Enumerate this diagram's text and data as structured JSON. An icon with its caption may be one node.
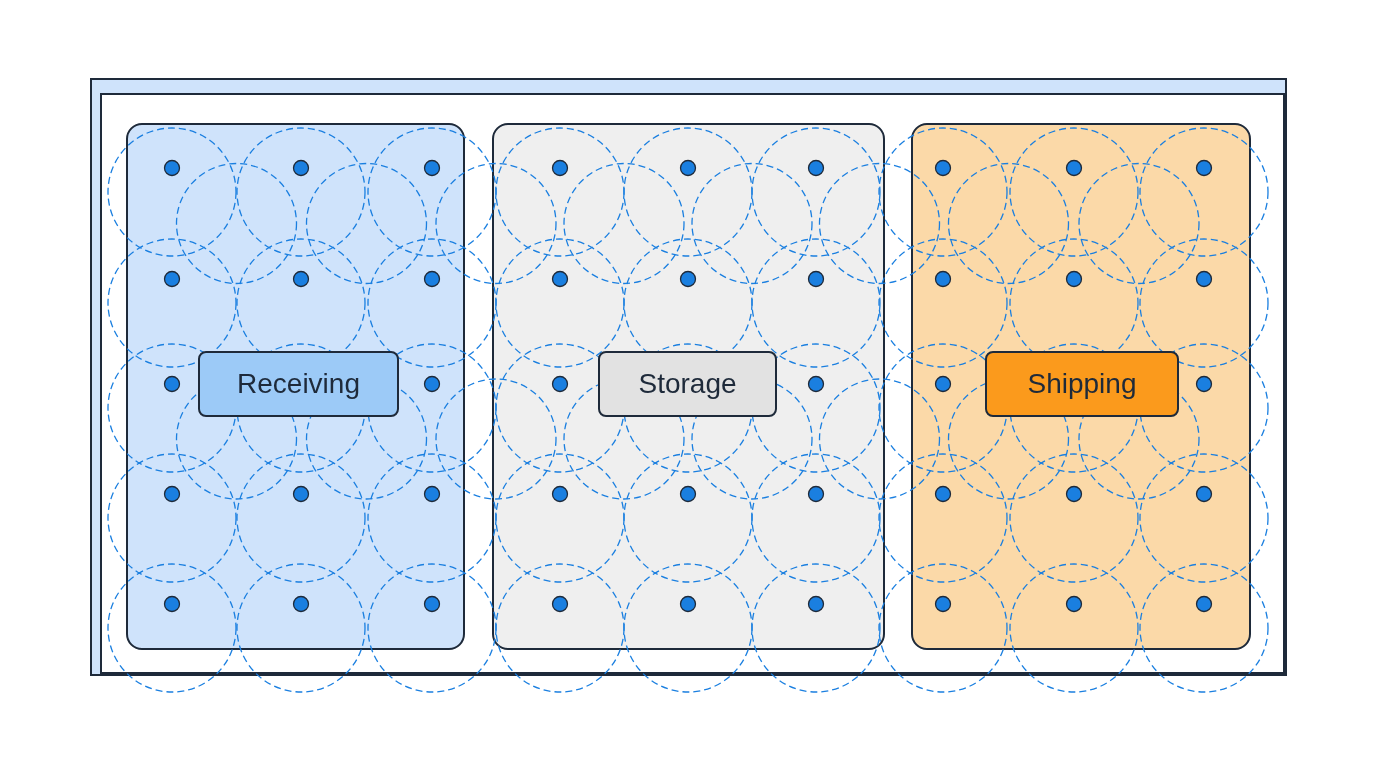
{
  "diagram": {
    "nodes": [
      {
        "text": [],
        "shape": "box"
      },
      {
        "text": [],
        "shape": "box",
        "in": 0
      },
      {
        "text": [
          "Receiving"
        ],
        "in": 1
      },
      {
        "text": [],
        "shape": "box",
        "in": 0
      },
      {
        "text": [
          "Storage"
        ],
        "in": 3
      },
      {
        "text": [],
        "shape": "box",
        "in": 0
      },
      {
        "text": [
          "Shipping"
        ],
        "in": 5
      }
    ]
  }
}
